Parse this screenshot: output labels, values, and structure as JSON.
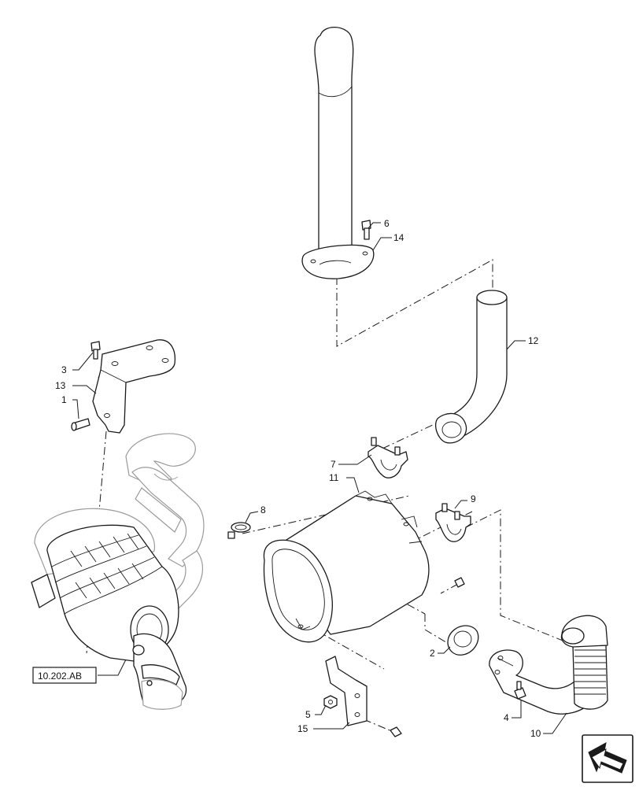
{
  "callouts": [
    {
      "id": "c1",
      "text": "1"
    },
    {
      "id": "c2",
      "text": "2"
    },
    {
      "id": "c3",
      "text": "3"
    },
    {
      "id": "c4",
      "text": "4"
    },
    {
      "id": "c5",
      "text": "5"
    },
    {
      "id": "c6",
      "text": "6"
    },
    {
      "id": "c7",
      "text": "7"
    },
    {
      "id": "c8",
      "text": "8"
    },
    {
      "id": "c9",
      "text": "9"
    },
    {
      "id": "c10",
      "text": "10"
    },
    {
      "id": "c11",
      "text": "11"
    },
    {
      "id": "c12",
      "text": "12"
    },
    {
      "id": "c13",
      "text": "13"
    },
    {
      "id": "c14",
      "text": "14"
    },
    {
      "id": "c15",
      "text": "15"
    }
  ],
  "reference": {
    "label": "10.202.AB"
  },
  "icons": {
    "navigation": "arrow-icon"
  }
}
